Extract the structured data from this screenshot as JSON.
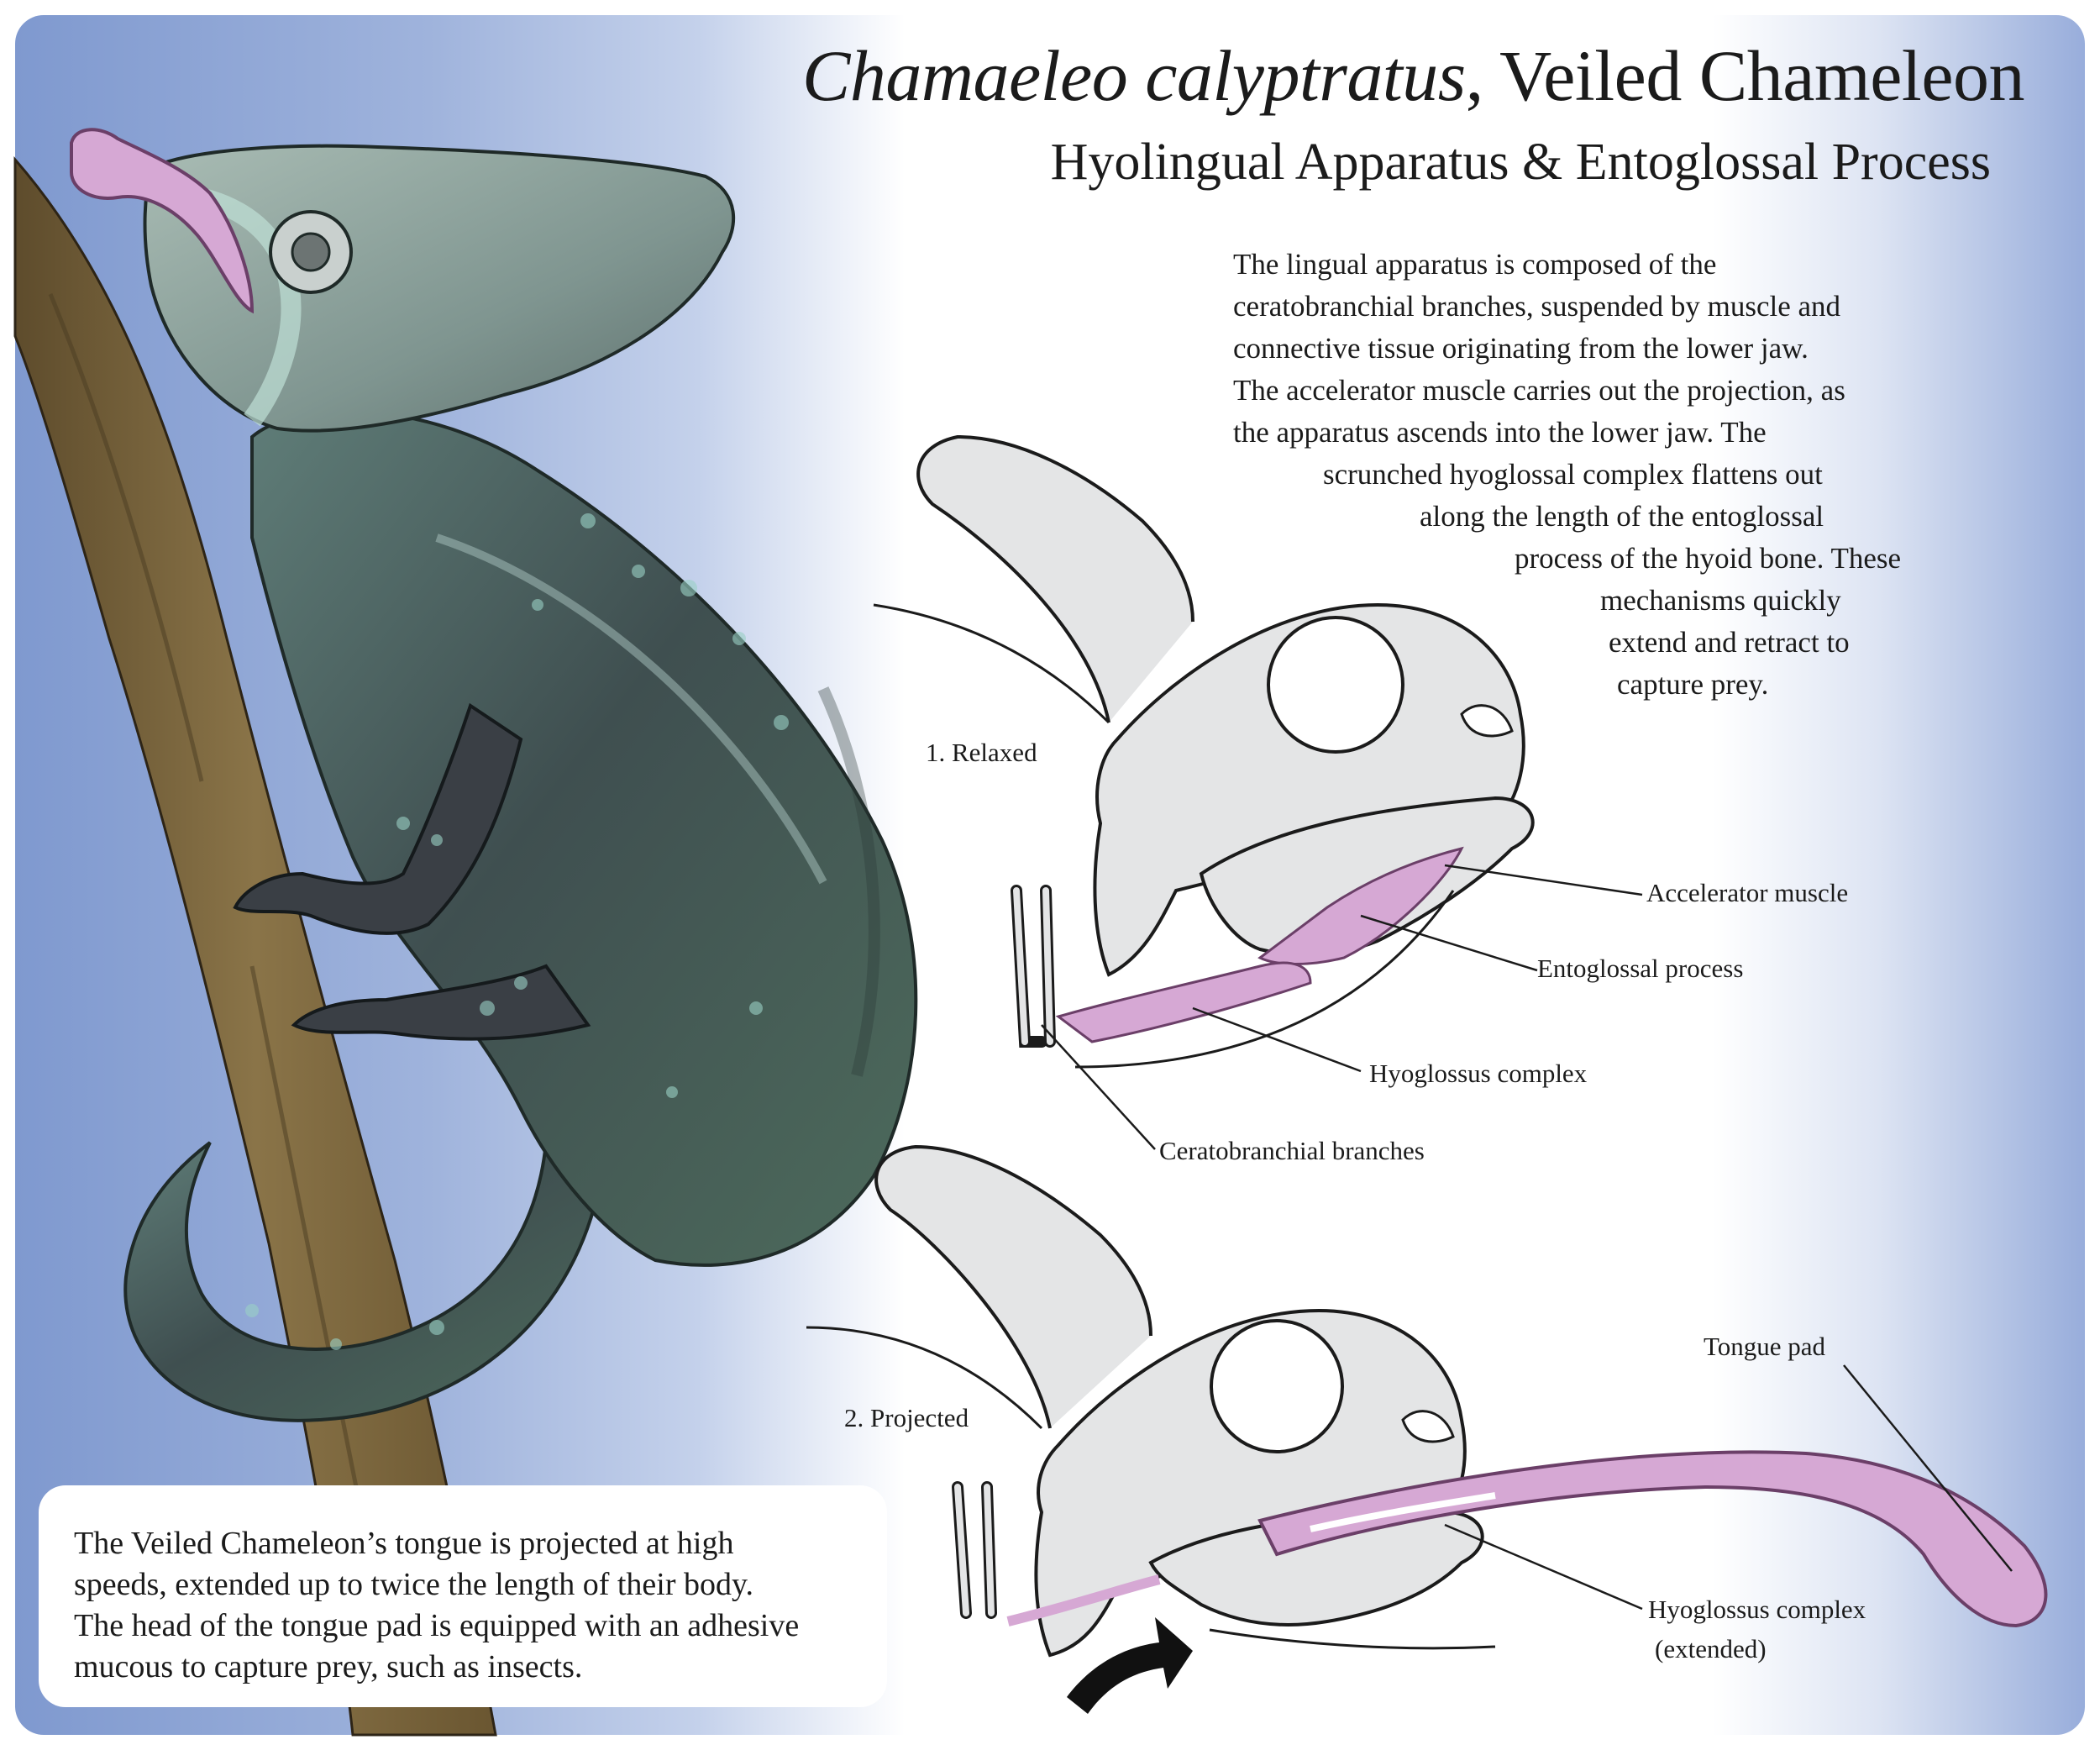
{
  "title": {
    "species_italic": "Chamaeleo calyptratus",
    "common_name": ", Veiled Chameleon"
  },
  "subtitle": "Hyolingual Apparatus & Entoglossal Process",
  "description_lines": [
    "The lingual apparatus is composed of the",
    "ceratobranchial branches, suspended by muscle and",
    "connective tissue originating from the lower jaw.",
    "The accelerator muscle carries out the projection, as",
    "the apparatus ascends into the lower jaw. The",
    "scrunched hyoglossal complex flattens out",
    "along the length of the entoglossal",
    "process of the hyoid bone. These",
    "mechanisms quickly",
    "extend and retract to",
    "capture prey."
  ],
  "stage_labels": {
    "relaxed": "1.   Relaxed",
    "projected": "2.   Projected"
  },
  "labels": {
    "accelerator_muscle": "Accelerator muscle",
    "entoglossal_process": "Entoglossal process",
    "hyoglossus_complex": "Hyoglossus complex",
    "ceratobranchial_branches": "Ceratobranchial branches",
    "tongue_pad": "Tongue pad",
    "hyoglossus_extended_1": "Hyoglossus complex",
    "hyoglossus_extended_2": "(extended)"
  },
  "caption_lines": [
    "The Veiled Chameleon’s tongue is projected at high",
    "speeds, extended up to twice the length of their body.",
    "The head of the tongue pad is equipped with an adhesive",
    "mucous to capture prey, such as insects."
  ],
  "colors": {
    "background_blue": "#8fa6d6",
    "skull_fill": "#e4e5e6",
    "tongue_pink": "#d6a8d4",
    "branch_brown": "#7b6640",
    "chameleon_green": "#4f6e68"
  }
}
